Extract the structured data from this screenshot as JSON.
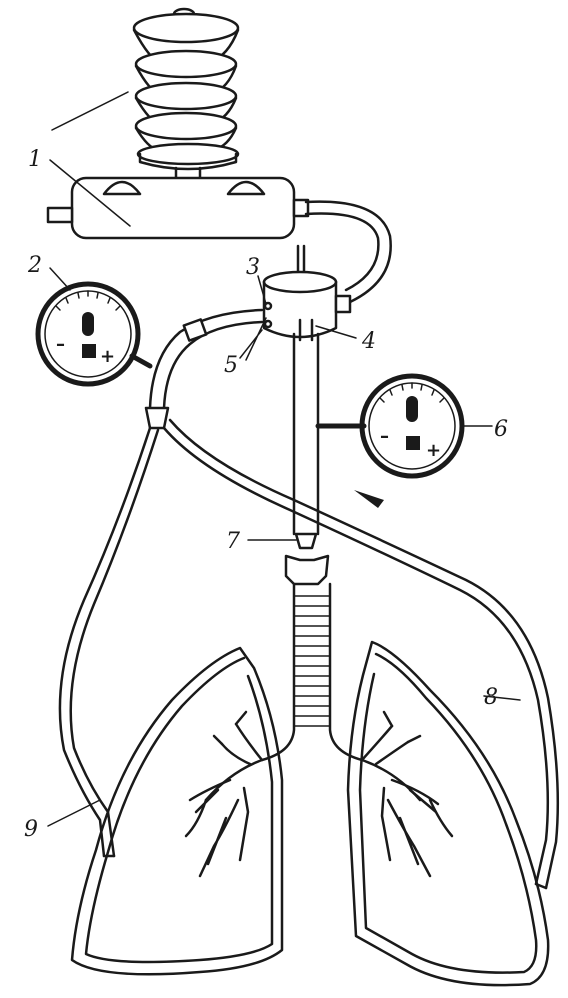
{
  "labels": {
    "l1": "1",
    "l2": "2",
    "l3": "3",
    "l4": "4",
    "l5": "5",
    "l6": "6",
    "l7": "7",
    "l8": "8",
    "l9": "9"
  },
  "gauges": {
    "left": {
      "minus": "–",
      "plus": "+"
    },
    "right": {
      "minus": "–",
      "plus": "+"
    }
  },
  "colors": {
    "ink": "#1a1a1a",
    "background": "#ffffff"
  }
}
